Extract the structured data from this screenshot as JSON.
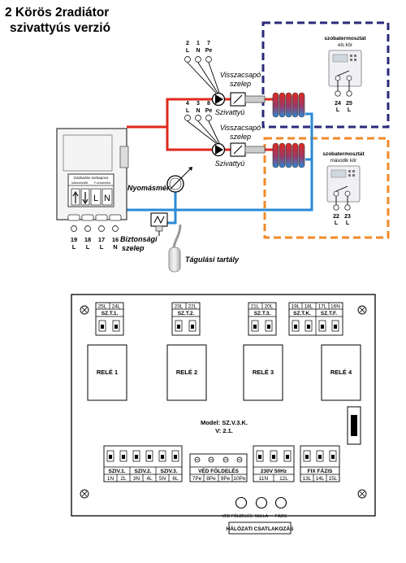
{
  "title": {
    "line1": "2 Körös 2radiátor",
    "line2": "szivattyús verzió"
  },
  "pump_labels": {
    "pump": "Szivattyú",
    "valve": "Visszacsapó szelep",
    "valve_line1": "Visszacsapó",
    "valve_line2": "szelep"
  },
  "pump1_terminals": [
    {
      "num": "2",
      "type": "L"
    },
    {
      "num": "1",
      "type": "N"
    },
    {
      "num": "7",
      "type": "Pe"
    }
  ],
  "pump2_terminals": [
    {
      "num": "4",
      "type": "L"
    },
    {
      "num": "3",
      "type": "N"
    },
    {
      "num": "8",
      "type": "Pe"
    }
  ],
  "thermostat1": {
    "title": "szobatermosztát",
    "subtitle": "els  kör",
    "t1_num": "24",
    "t1_type": "L",
    "t2_num": "25",
    "t2_type": "L"
  },
  "thermostat2": {
    "title": "szobatermosztát",
    "subtitle": "második kör",
    "t1_num": "22",
    "t1_type": "L",
    "t2_num": "23",
    "t2_type": "L"
  },
  "boiler": {
    "panel_title": "Gázkazán sorkapocs",
    "panel_sub1": "Idővezérelt/B",
    "panel_sub2": "F-ővezérelt/a",
    "cell_l": "L",
    "cell_n": "N",
    "terminals": [
      {
        "num": "19",
        "type": "L"
      },
      {
        "num": "18",
        "type": "L"
      },
      {
        "num": "17",
        "type": "L"
      },
      {
        "num": "16",
        "type": "N"
      }
    ]
  },
  "labels": {
    "pressure": "Nyomásmér",
    "safety_line1": "Biztonsági",
    "safety_line2": "szelep",
    "expansion": "Tágulási tartály"
  },
  "relays": [
    "RELÉ 1",
    "RELÉ 2",
    "RELÉ 3",
    "RELÉ 4"
  ],
  "top_blocks": [
    {
      "nums": [
        "25L",
        "24L"
      ],
      "label": "SZ.T.1."
    },
    {
      "nums": [
        "23L",
        "22L"
      ],
      "label": "SZ.T.2."
    },
    {
      "nums": [
        "21L",
        "20L"
      ],
      "label": "SZ.T.3."
    },
    {
      "nums": [
        "19L",
        "18L"
      ],
      "label": "SZ.T.K."
    },
    {
      "nums": [
        "17L",
        "16N"
      ],
      "label": "SZ.T.F."
    }
  ],
  "model": {
    "line1": "Model: SZ.V.3.K.",
    "line2": "V: 2.1."
  },
  "bottom_blocks": [
    {
      "label": "SZIV.1.",
      "nums": [
        "1N",
        "2L"
      ]
    },
    {
      "label": "SZIV.2.",
      "nums": [
        "3N",
        "4L"
      ]
    },
    {
      "label": "SZIV.3.",
      "nums": [
        "5N",
        "6L"
      ]
    },
    {
      "label": "VÉD  FÖLDELÉS",
      "nums": [
        "7Pe",
        "8Pe",
        "9Pe",
        "10Pe"
      ]
    },
    {
      "label": "230V 50Hz",
      "nums": [
        "11N",
        "12L"
      ]
    },
    {
      "label": "FIX FÁZIS",
      "nums": [
        "13L",
        "14L",
        "15L"
      ]
    }
  ],
  "mains": {
    "labels": [
      "VÉD FÖLDELÉS",
      "NULLA",
      "FÁZIS"
    ],
    "title": "HÁLÓZATI CSATLAKOZÁS"
  },
  "colors": {
    "hot": "#e0281e",
    "cold": "#2a8ad6",
    "loop1": "#2a2a7a",
    "loop2": "#f08a2a"
  }
}
